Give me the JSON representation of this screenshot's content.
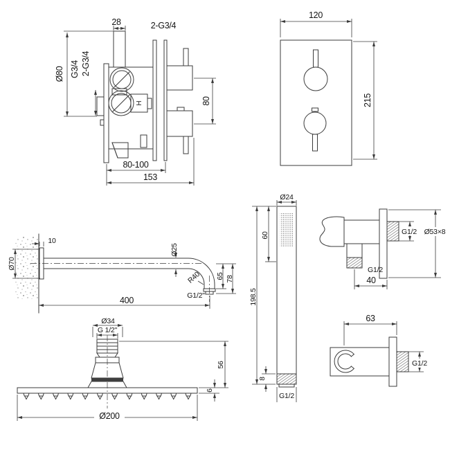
{
  "sheet": {
    "background": "#ffffff",
    "line_color": "#3b3b3b",
    "text_color": "#141414"
  },
  "valve_side_view": {
    "dim_inlet_width": "28",
    "label_top_ports": "2-G3/4",
    "dim_plate_diameter": "Ø80",
    "label_port_thread": "G3/4",
    "label_side_ports": "2-G3/4",
    "hot_marker": "H",
    "dim_handle_spacing": "80",
    "dim_depth_adjust": "80-100",
    "dim_total_depth": "153"
  },
  "valve_front_view": {
    "dim_width": "120",
    "dim_height": "215"
  },
  "shower_arm": {
    "dim_flange_thickness": "10",
    "dim_flange_diameter": "Ø70",
    "dim_tube_diameter": "Ø25",
    "dim_bend_radius": "R40",
    "dim_drop_inner": "65",
    "dim_drop_outer": "78",
    "label_outlet_thread": "G1/2\"",
    "dim_length": "400"
  },
  "hand_shower": {
    "dim_diameter": "Ø24",
    "dim_spray_face": "60",
    "dim_length": "198.5",
    "dim_thread_length": "8",
    "label_thread": "G1/2"
  },
  "wall_outlet": {
    "label_inlet_thread": "G1/2",
    "dim_flange": "Ø53×8",
    "label_outlet_thread": "G1/2",
    "dim_offset": "40"
  },
  "shower_head": {
    "dim_connector_diameter": "Ø34",
    "label_thread": "G 1/2\"",
    "dim_connector_height": "56",
    "dim_plate_thickness": "6",
    "dim_head_diameter": "Ø200"
  },
  "holder": {
    "dim_width": "63",
    "label_thread": "G1/2"
  }
}
